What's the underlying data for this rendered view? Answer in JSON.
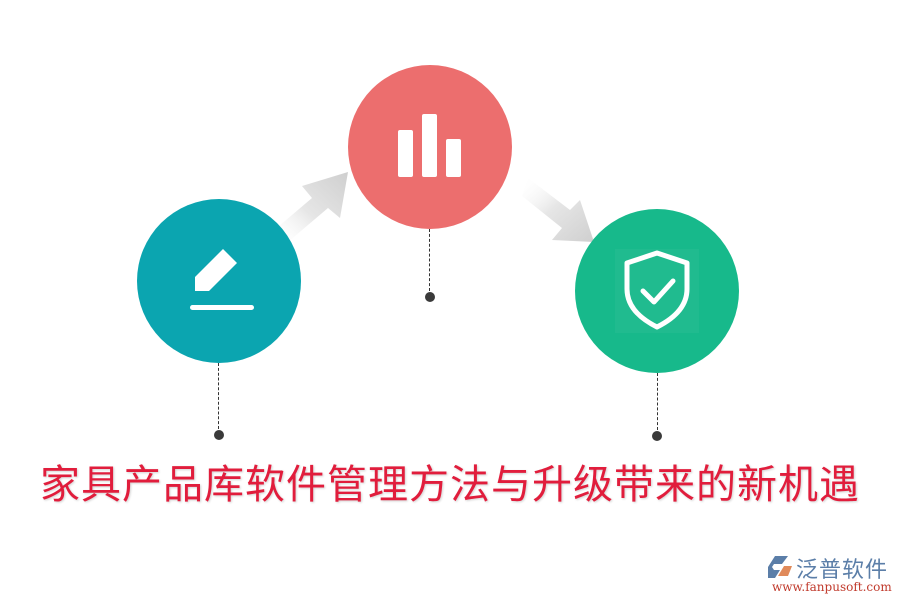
{
  "title": "家具产品库软件管理方法与升级带来的新机遇",
  "colors": {
    "title": "#E11D3C",
    "step1": "#0BA5B0",
    "step2": "#EC6E6E",
    "step3": "#17B98B",
    "arrow": "#d4d4d4",
    "dot": "#3a3a3a"
  },
  "steps": [
    {
      "icon": "pencil-edit-icon",
      "color": "#0BA5B0"
    },
    {
      "icon": "bar-chart-icon",
      "color": "#EC6E6E"
    },
    {
      "icon": "shield-check-icon",
      "color": "#17B98B"
    }
  ],
  "arrows": [
    {
      "icon": "arrow-up-right-icon"
    },
    {
      "icon": "arrow-down-right-icon"
    }
  ],
  "logo": {
    "name": "泛普软件",
    "url": "www.fanpusoft.com"
  }
}
